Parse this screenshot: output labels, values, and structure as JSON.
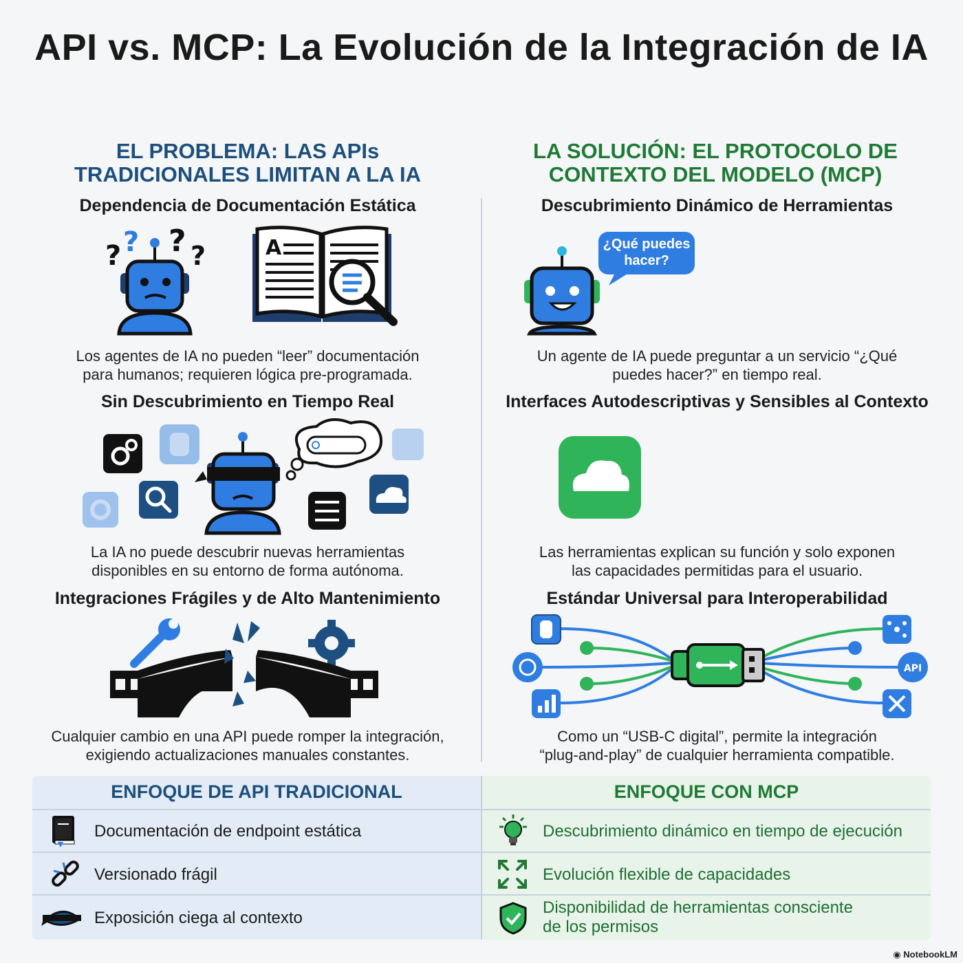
{
  "title": "API vs. MCP: La Evolución de la Integración de IA",
  "left": {
    "heading_line1": "EL PROBLEMA: LAS APIs",
    "heading_line2": "TRADICIONALES LIMITAN A LA IA",
    "sections": [
      {
        "title": "Dependencia de Documentación Estática",
        "desc_line1": "Los agentes de IA no pueden “leer” documentación",
        "desc_line2": "para humanos; requieren lógica pre-programada."
      },
      {
        "title": "Sin Descubrimiento en Tiempo Real",
        "desc_line1": "La IA no puede descubrir nuevas herramientas",
        "desc_line2": "disponibles en su entorno de forma autónoma."
      },
      {
        "title": "Integraciones Frágiles y de Alto Mantenimiento",
        "desc_line1": "Cualquier cambio en una API puede romper la integración,",
        "desc_line2": "exigiendo actualizaciones manuales constantes."
      }
    ]
  },
  "right": {
    "heading_line1": "LA SOLUCIÓN: EL PROTOCOLO DE",
    "heading_line2": "CONTEXTO DEL MODELO (MCP)",
    "speech_line1": "¿Qué puedes",
    "speech_line2": "hacer?",
    "sections": [
      {
        "title": "Descubrimiento Dinámico de Herramientas",
        "desc_line1": "Un agente de IA puede preguntar a un servicio “¿Qué",
        "desc_line2": "puedes hacer?” en tiempo real."
      },
      {
        "title": "Interfaces Autodescriptivas y Sensibles al Contexto",
        "desc_line1": "Las herramientas explican su función y solo exponen",
        "desc_line2": "las capacidades permitidas para el usuario."
      },
      {
        "title": "Estándar Universal para Interoperabilidad",
        "desc_line1": "Como un “USB-C digital”, permite la integración",
        "desc_line2": "“plug-and-play” de cualquier herramienta compatible."
      }
    ]
  },
  "api_badge": "API",
  "doc_letter": "A",
  "comparison": {
    "left_header": "ENFOQUE DE API TRADICIONAL",
    "right_header": "ENFOQUE CON MCP",
    "left_rows": [
      {
        "icon": "book-icon",
        "text": "Documentación de endpoint estática"
      },
      {
        "icon": "broken-link-icon",
        "text": "Versionado frágil"
      },
      {
        "icon": "blindfold-icon",
        "text": "Exposición ciega al contexto"
      }
    ],
    "right_rows": [
      {
        "icon": "lightbulb-icon",
        "text": "Descubrimiento dinámico en tiempo de ejecución"
      },
      {
        "icon": "expand-arrows-icon",
        "text": "Evolución flexible de capacidades"
      },
      {
        "icon": "shield-check-icon",
        "text_line1": "Disponibilidad de herramientas consciente",
        "text_line2": "de los permisos"
      }
    ]
  },
  "brand": "NotebookLM",
  "colors": {
    "blue_dark": "#1d4f7c",
    "blue_robot": "#2f7de1",
    "green": "#1f7a35",
    "green_bright": "#2fb45a"
  }
}
